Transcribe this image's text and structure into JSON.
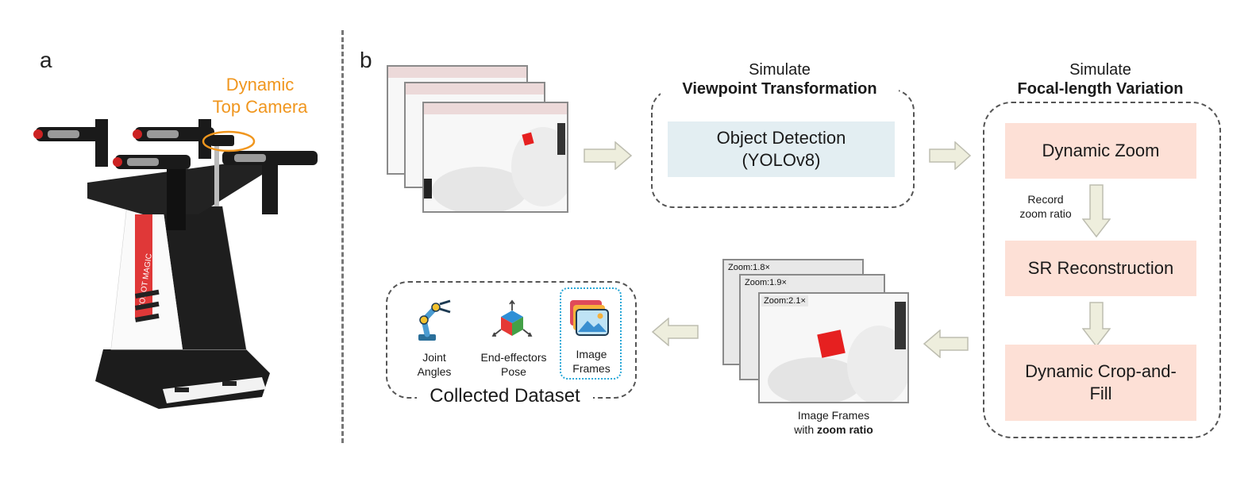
{
  "panel_a": {
    "letter": "a",
    "camera_label_line1": "Dynamic",
    "camera_label_line2": "Top Camera",
    "robot_text": "COBOT MAGIC"
  },
  "panel_b": {
    "letter": "b",
    "viewpoint": {
      "line1": "Simulate",
      "line2": "Viewpoint Transformation",
      "box_line1": "Object Detection",
      "box_line2": "(YOLOv8)"
    },
    "focal": {
      "line1": "Simulate",
      "line2": "Focal-length Variation",
      "step1": "Dynamic Zoom",
      "record_line1": "Record",
      "record_line2": "zoom ratio",
      "step2": "SR Reconstruction",
      "step3_line1": "Dynamic Crop-and-",
      "step3_line2": "Fill"
    },
    "zoom_frames": {
      "tags": [
        "Zoom:1.8×",
        "Zoom:1.9×",
        "Zoom:2.1×"
      ],
      "caption_line1": "Image Frames",
      "caption_line2_prefix": "with ",
      "caption_line2_bold": "zoom ratio"
    },
    "dataset": {
      "title": "Collected Dataset",
      "items": [
        {
          "line1": "Joint",
          "line2": "Angles",
          "icon": "robot-arm-icon"
        },
        {
          "line1": "End-effectors",
          "line2": "Pose",
          "icon": "pose-cube-icon"
        },
        {
          "line1": "Image",
          "line2": "Frames",
          "icon": "image-frames-icon"
        }
      ]
    },
    "colors": {
      "orange": "#f0961e",
      "detection_box": "#e3eef2",
      "pipeline_box": "#fde0d6",
      "arrow_fill": "#eeeedd",
      "highlight_border": "#29a8d8",
      "red_cube": "#e62020"
    }
  }
}
